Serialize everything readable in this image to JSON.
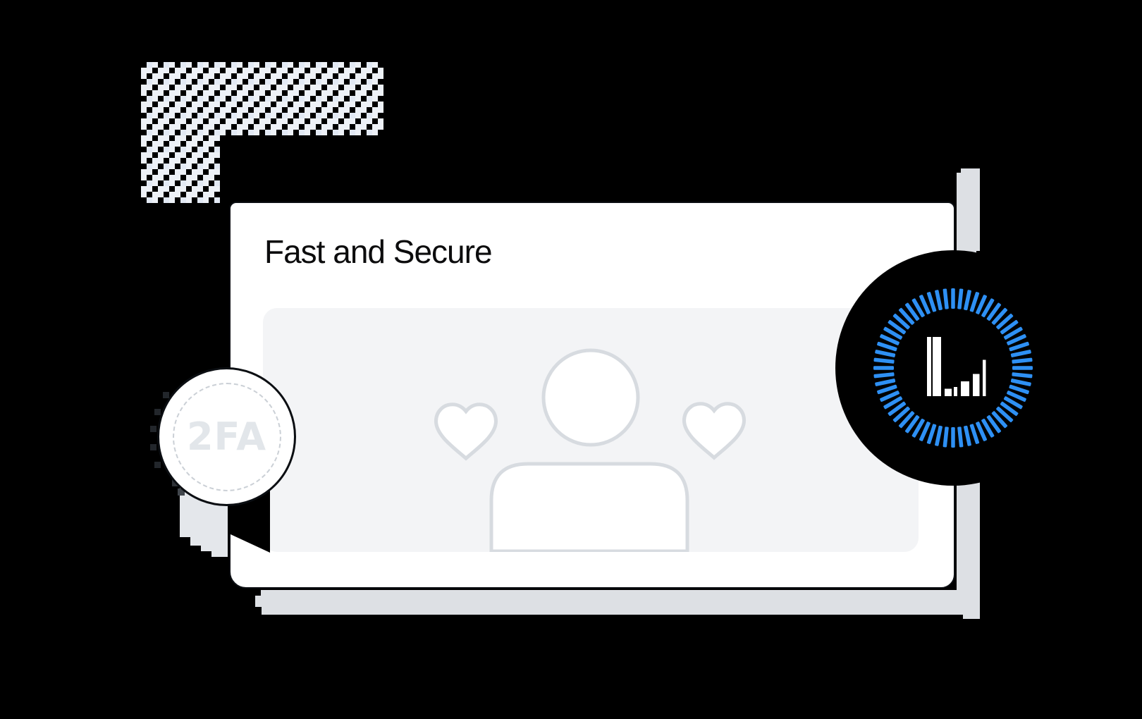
{
  "card": {
    "title": "Fast and Secure"
  },
  "badge": {
    "label": "2FA"
  },
  "decor": {
    "accent_blue": "#2e90f4",
    "card_background": "#ffffff",
    "panel_background": "#f3f4f6",
    "outline_gray": "#d7dbe0",
    "shadow_gray": "#dde0e4",
    "ring": {
      "tick_count": 60,
      "outer_radius": 113,
      "inner_radius": 84,
      "tick_width": 5.5
    },
    "chart_icon_bars": [
      {
        "x": 0,
        "w": 6,
        "h": 84
      },
      {
        "x": 8,
        "w": 12,
        "h": 84
      },
      {
        "x": 25,
        "w": 10,
        "h": 10.5
      },
      {
        "x": 38,
        "w": 5,
        "h": 13
      },
      {
        "x": 48,
        "w": 12,
        "h": 21
      },
      {
        "x": 65,
        "w": 9.5,
        "h": 31.5
      },
      {
        "x": 79,
        "w": 4.5,
        "h": 51.5
      }
    ]
  }
}
